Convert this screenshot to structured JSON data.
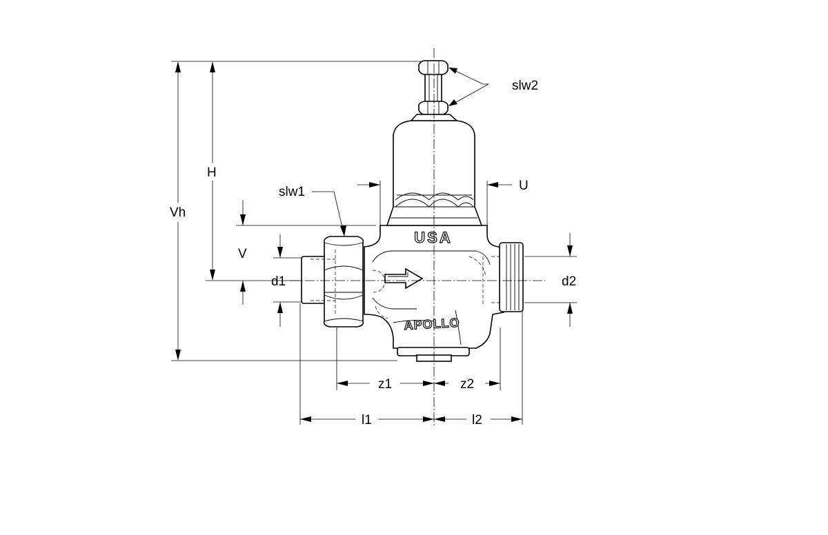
{
  "labels": {
    "slw2": "slw2",
    "slw1": "slw1",
    "U": "U",
    "H": "H",
    "Vh": "Vh",
    "V": "V",
    "d1": "d1",
    "d2": "d2",
    "z1": "z1",
    "z2": "z2",
    "l1": "l1",
    "l2": "l2"
  },
  "markings": {
    "top": "USA",
    "brand": "APOLLO"
  }
}
